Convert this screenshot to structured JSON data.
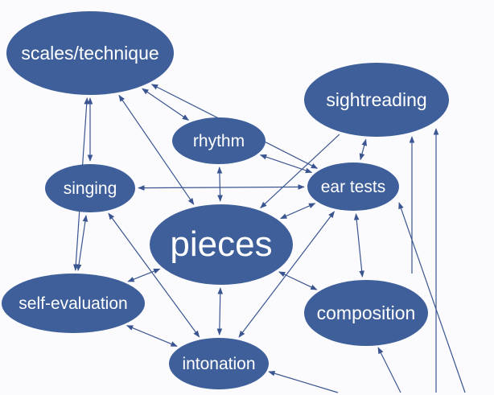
{
  "nodes": {
    "scales": "scales/technique",
    "sightreading": "sightreading",
    "rhythm": "rhythm",
    "singing": "singing",
    "ear_tests": "ear tests",
    "pieces": "pieces",
    "self_evaluation": "self-evaluation",
    "composition": "composition",
    "intonation": "intonation"
  },
  "colors": {
    "node_fill": "#3e5f9a",
    "node_text": "#ffffff",
    "edge": "#3a5590",
    "background": "#fbfbfd"
  },
  "edges": [
    {
      "from": "scales/technique",
      "to": "singing",
      "arrows": "both"
    },
    {
      "from": "scales/technique",
      "to": "self-evaluation",
      "arrows": "both"
    },
    {
      "from": "scales/technique",
      "to": "rhythm",
      "arrows": "both"
    },
    {
      "from": "scales/technique",
      "to": "pieces",
      "arrows": "both"
    },
    {
      "from": "scales/technique",
      "to": "ear tests",
      "arrows": "both"
    },
    {
      "from": "rhythm",
      "to": "pieces",
      "arrows": "both"
    },
    {
      "from": "rhythm",
      "to": "ear tests",
      "arrows": "both"
    },
    {
      "from": "sightreading",
      "to": "ear tests",
      "arrows": "both"
    },
    {
      "from": "sightreading",
      "to": "pieces",
      "arrows": "end"
    },
    {
      "from": "singing",
      "to": "ear tests",
      "arrows": "both"
    },
    {
      "from": "singing",
      "to": "self-evaluation",
      "arrows": "both"
    },
    {
      "from": "singing",
      "to": "intonation",
      "arrows": "both"
    },
    {
      "from": "ear tests",
      "to": "pieces",
      "arrows": "both"
    },
    {
      "from": "ear tests",
      "to": "composition",
      "arrows": "both"
    },
    {
      "from": "ear tests",
      "to": "intonation",
      "arrows": "both"
    },
    {
      "from": "pieces",
      "to": "self-evaluation",
      "arrows": "both"
    },
    {
      "from": "pieces",
      "to": "intonation",
      "arrows": "both"
    },
    {
      "from": "pieces",
      "to": "composition",
      "arrows": "both"
    },
    {
      "from": "self-evaluation",
      "to": "intonation",
      "arrows": "both"
    }
  ]
}
